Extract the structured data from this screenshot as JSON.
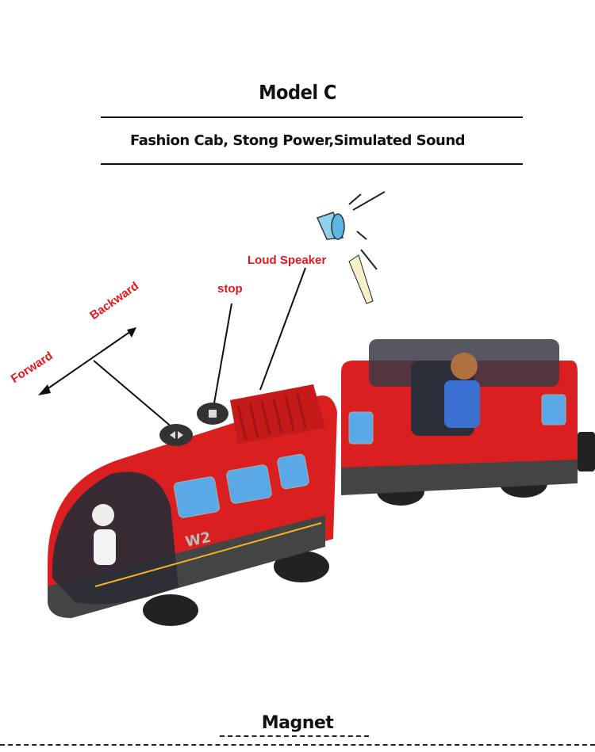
{
  "header": {
    "title": "Model C",
    "subtitle": "Fashion Cab, Stong Power,Simulated Sound"
  },
  "callouts": {
    "forward": "Forward",
    "backward": "Backward",
    "stop": "stop",
    "speaker": "Loud Speaker"
  },
  "product_print": {
    "model": "W2"
  },
  "footer": {
    "magnet": "Magnet"
  },
  "colors": {
    "accent": "#e8141b",
    "train_body": "#d91f1f",
    "window": "#5aa9e6"
  }
}
